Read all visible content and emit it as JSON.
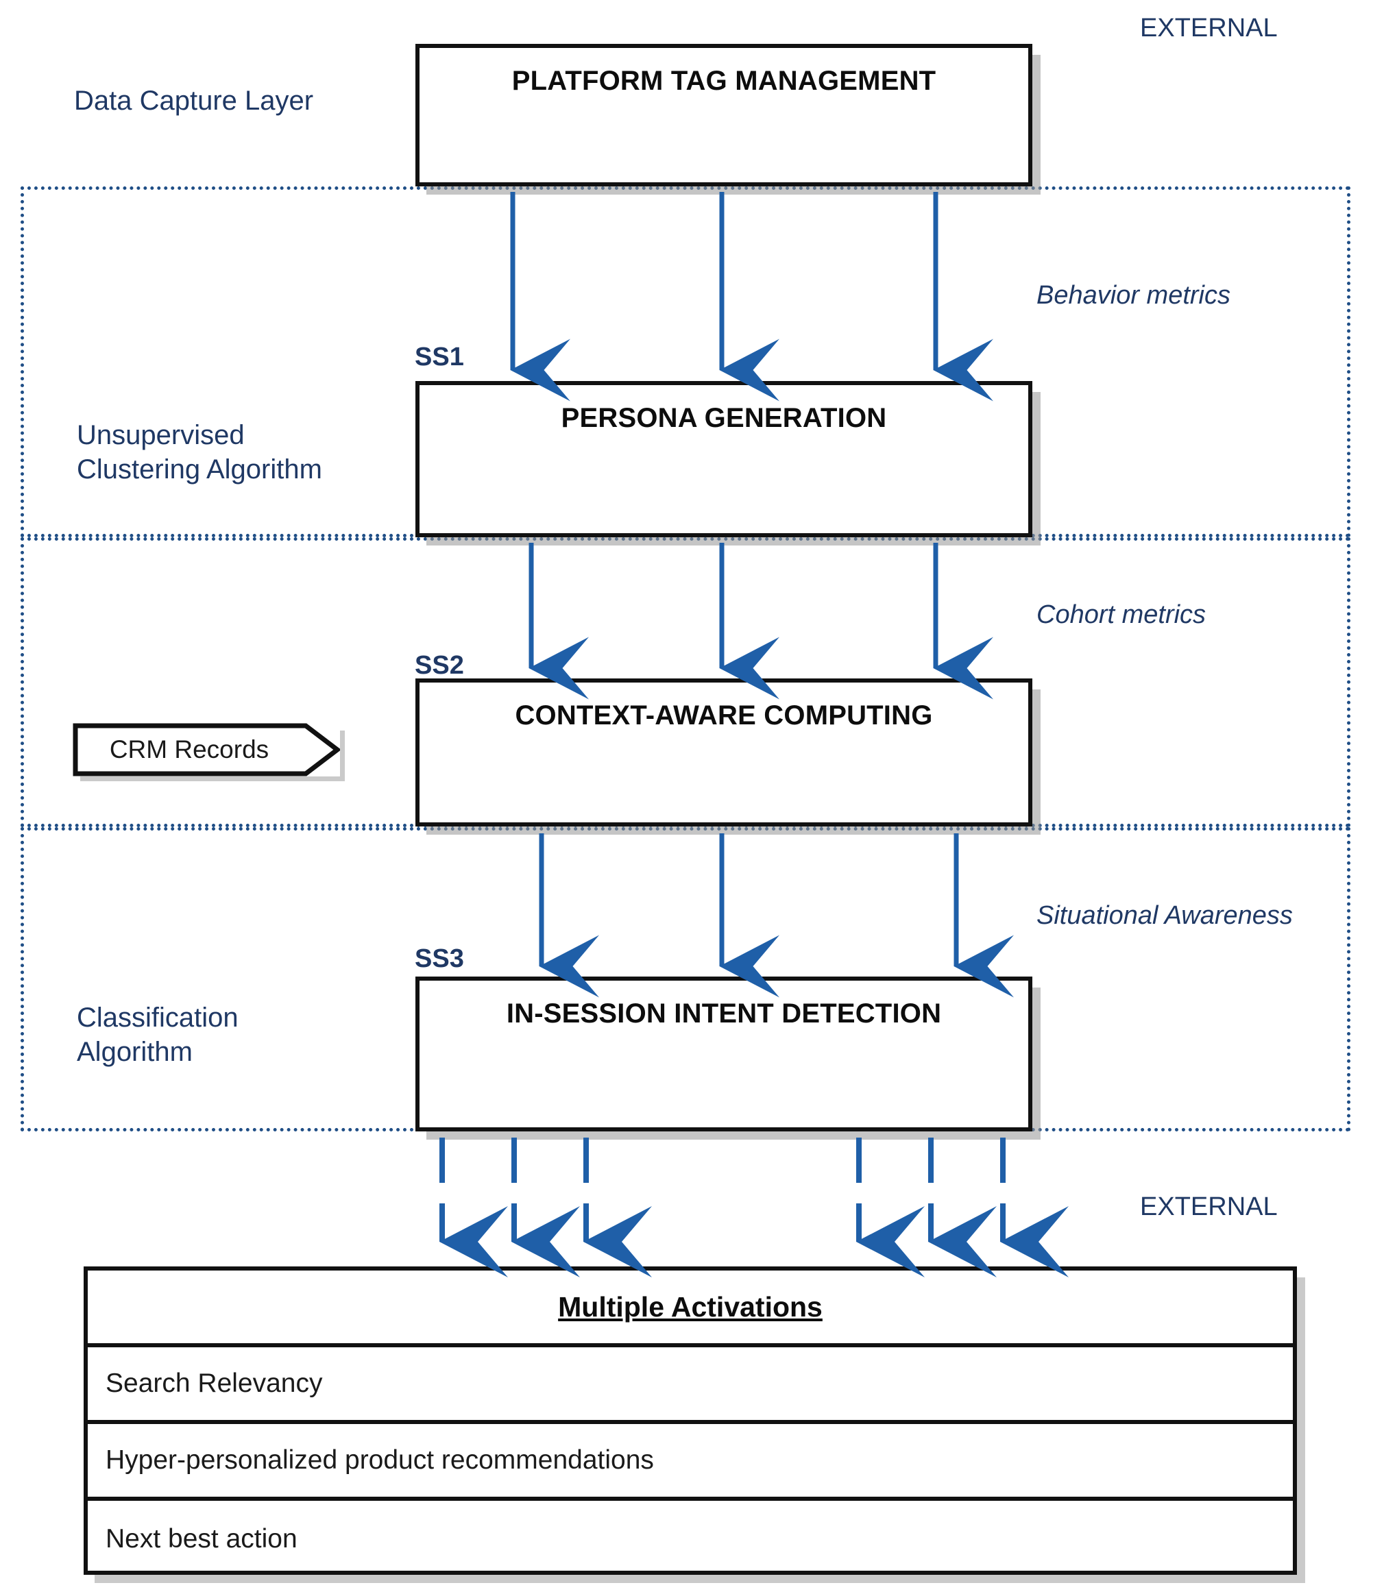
{
  "layers": [
    {
      "id": "capture",
      "label": "Data Capture Layer"
    },
    {
      "id": "unsupervised",
      "label": "Unsupervised\nClustering Algorithm"
    },
    {
      "id": "classification",
      "label": "Classification\nAlgorithm"
    }
  ],
  "external_labels": {
    "top": "EXTERNAL",
    "bottom": "EXTERNAL"
  },
  "process_boxes": [
    {
      "id": "pbox-platform-tag-management",
      "tag": "",
      "title": "PLATFORM TAG MANAGEMENT"
    },
    {
      "id": "pbox-persona-generation",
      "tag": "SS1",
      "title": "PERSONA GENERATION"
    },
    {
      "id": "pbox-context-aware-computing",
      "tag": "SS2",
      "title": "CONTEXT-AWARE COMPUTING"
    },
    {
      "id": "pbox-in-session-intent",
      "tag": "SS3",
      "title": "IN-SESSION INTENT DETECTION"
    }
  ],
  "flow_labels": [
    {
      "id": "behavior",
      "text": "Behavior metrics"
    },
    {
      "id": "cohort",
      "text": "Cohort metrics"
    },
    {
      "id": "situational",
      "text": "Situational Awareness"
    }
  ],
  "input_shape": {
    "label": "CRM Records"
  },
  "activations": {
    "header": "Multiple Activations",
    "rows": [
      "Search Relevancy",
      "Hyper-personalized product recommendations",
      "Next best action"
    ]
  },
  "colors": {
    "accent_blue": "#1F5FA8",
    "zone_border": "#1F4E86",
    "label_navy": "#1F3864",
    "box_border": "#111111"
  }
}
